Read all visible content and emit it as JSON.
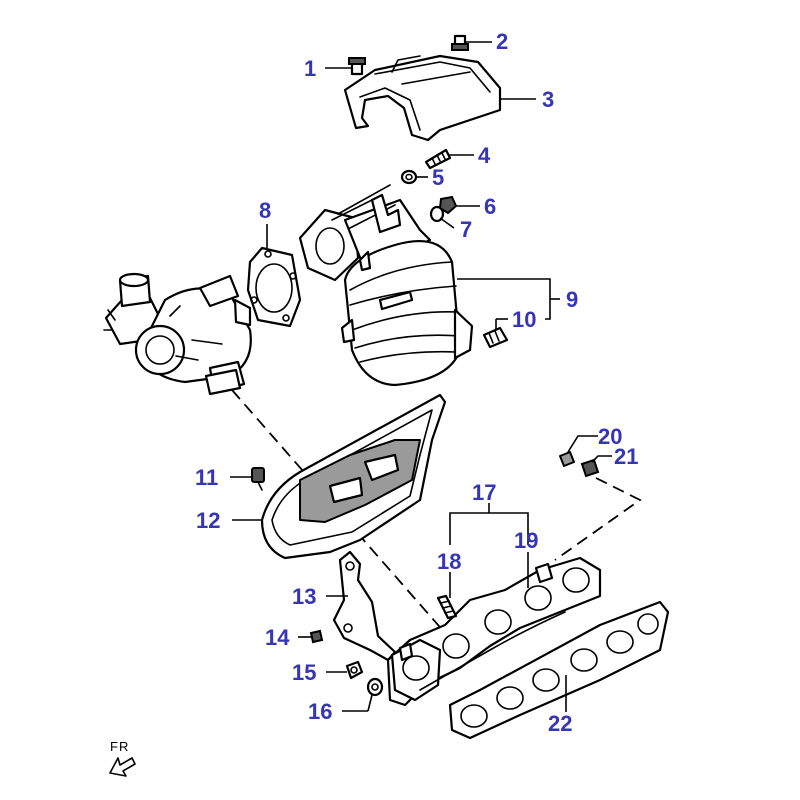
{
  "diagram": {
    "callouts": [
      "1",
      "2",
      "3",
      "4",
      "5",
      "6",
      "7",
      "8",
      "9",
      "10",
      "11",
      "12",
      "13",
      "14",
      "15",
      "16",
      "17",
      "18",
      "19",
      "20",
      "21",
      "22"
    ],
    "direction_label": "FR"
  },
  "colors": {
    "callout": "#3535b5",
    "line": "#000000",
    "shade": "#9a9a9a"
  }
}
